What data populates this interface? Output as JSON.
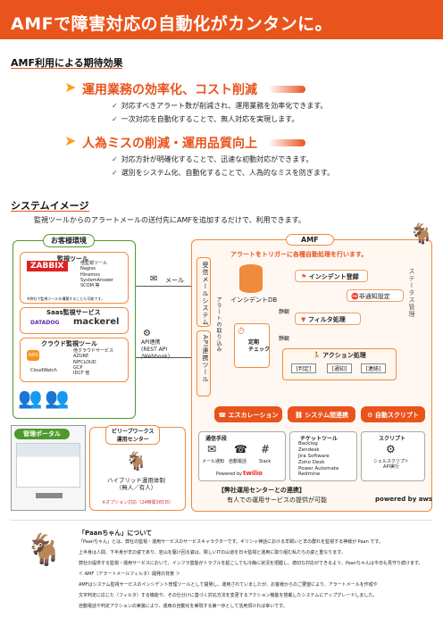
{
  "banner": {
    "title": "AMFで障害対応の自動化がカンタンに。"
  },
  "effects": {
    "heading": "AMF利用による期待効果",
    "pillar1": {
      "title": "運用業務の効率化、コスト削減",
      "bullets": [
        "対応すべきアラート数が削減され、運用業務を効率化できます。",
        "一次対応を自動化することで、無人対応を実現します。"
      ]
    },
    "pillar2": {
      "title": "人為ミスの削減・運用品質向上",
      "bullets": [
        "対応方針が明確化することで、迅速な初動対応ができます。",
        "選別をシステム化、自動化することで、人為的なミスを防ぎます。"
      ]
    }
  },
  "system": {
    "heading": "システムイメージ",
    "subtitle": "監視ツールからのアラートメールの送付先にAMFを追加するだけで、利用できます。",
    "customer": {
      "title": "お客様環境",
      "monitor_label": "監視ツール",
      "zabbix": "ZABBIX",
      "tools": "他監視ツール\nNagios\nHinemos\nSystemAnswer\nSCOM 等",
      "note": "※弊社で監視ツールを構築することも可能です。",
      "saas_label": "Saas監視サービス",
      "datadog": "DATADOG",
      "mackerel": "mackerel",
      "cloud_label": "クラウド監視ツール",
      "aws": "AWS",
      "cloudwatch": "CloudWatch",
      "other_cloud": "他クラウドサービス\nAZURE\nNIFCLOUD\nGCP\nIDCF 他"
    },
    "mail": "メール",
    "api": "API連携\n(REST API\n/Webhook)",
    "amf": {
      "title": "AMF",
      "trigger": "アラートをトリガーに各種自動処理を行います。",
      "mail_system": "受信メールシステム",
      "api_tool": "API連携ツール",
      "fetch": "アラートの取り込み",
      "db": "インシデントDB",
      "incident_reg": "インシデント登録",
      "abnormal": "非通知設定",
      "filter": "フィルタ処理",
      "action": "アクション処理",
      "tags": [
        "[判定]",
        "[通知]",
        "[連絡]"
      ],
      "periodic": "定期\nチェック",
      "static1": "静観",
      "static2": "静観",
      "status": "ステータス管理",
      "esc": "エスカレーション",
      "sys_link": "システム間連携",
      "auto_script": "自動スクリプト",
      "notify": {
        "title": "通信手段",
        "mail": "メール通知",
        "phone": "自動電話",
        "slack": "Slack",
        "powered": "Powered by",
        "twilio": "twilio"
      },
      "ticket": {
        "title": "チケットツール",
        "items": "Backlog\nZendesk\nJira Software\nZoho Desk\nPower Automate\nRedmine"
      },
      "script": {
        "title": "スクリプト",
        "text": "シェルスクリプト\nAPI実行"
      },
      "center_link1": "【弊社運用センターとの連携】",
      "center_link2": "有人での運用サービスの提供が可能",
      "powered_aws": "powered by aws"
    },
    "portal": "管理ポータル",
    "center": {
      "title": "ビリーブワークス\n運用センター",
      "hybrid": "ハイブリッド運用体制\n（無人／有人）",
      "option": "※オプション対応（24時間365日）"
    }
  },
  "paan": {
    "title": "「Paanちゃん」について",
    "p1": "「Paanちゃん」とは、弊社の監視・運用サービスのサービスキャラクターです。ギリシャ神話における羊飼いと羊の群れを監視する神様が Paan です。",
    "p2": "上半身は人間、下半身が羊の姿であり、岩山を駆け回る姿は、険しいITの山道を日々監視と運用に取り組む私たちの姿と重なります。",
    "p3": "弊社の提供する監視・運用サービスにおいて、インフラ基盤がトラブルを起こしても冷静に状況を把握し、適切な対応ができるよう、Paanちゃんは今日も見守り続けます。",
    "p4": "＜ AMF（アラートメールフィルタ）開発の背景 ＞",
    "p5": "AMFはシステム監視サービスのインシデント管理ツールとして開発し、運用されていましたが、お客様からのご要望により、アラートメールを作成や",
    "p6": "文字判定に応じた（フィルタ）する機能や、その仕分けに基づく対応方法を変更するアクション機能を搭載したシステムにアップグレードしました。",
    "p7": "自動電話や判定アクションの実装により、運用の自動化を実現する第一歩として活用頂ければ幸いです。"
  }
}
